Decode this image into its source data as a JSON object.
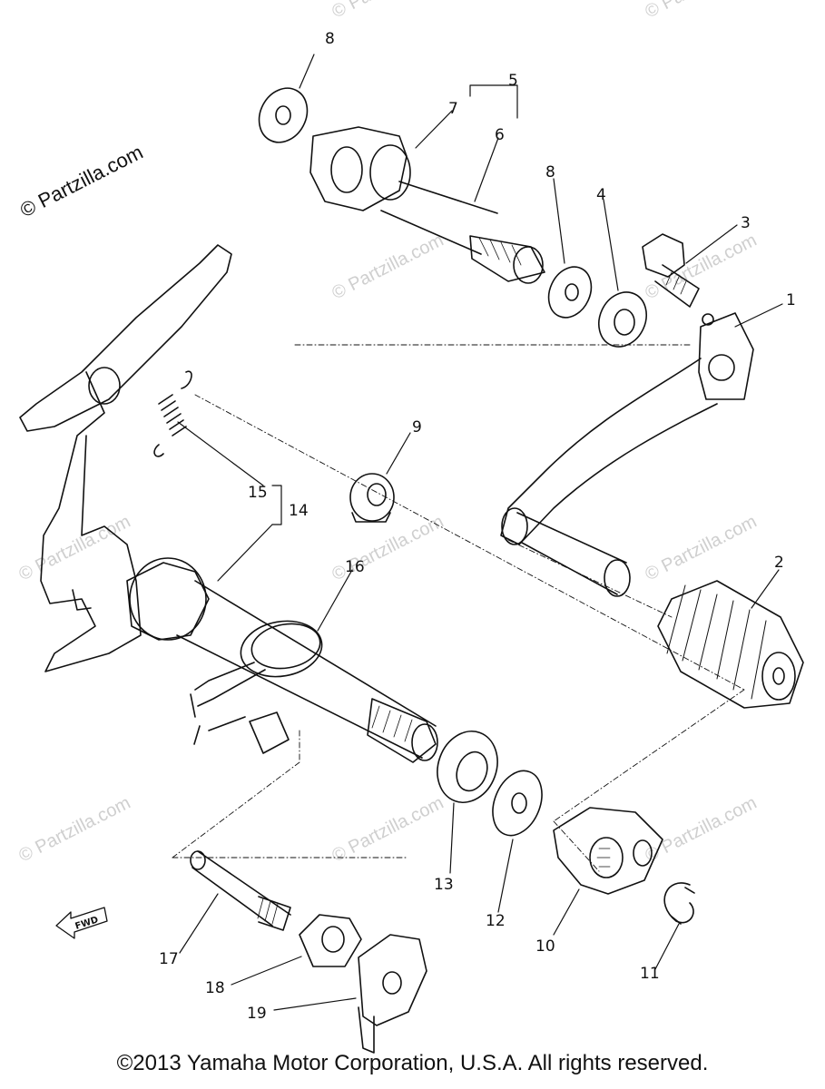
{
  "watermark": {
    "side_text": "© Partzilla.com",
    "repeat_text": "© Partzilla.com"
  },
  "callouts": [
    "1",
    "2",
    "3",
    "4",
    "5",
    "6",
    "7",
    "8",
    "8",
    "9",
    "10",
    "11",
    "12",
    "13",
    "14",
    "15",
    "16",
    "17",
    "18",
    "19"
  ],
  "fwd_label": "FWD",
  "footer": {
    "copyright": "©2013  Yamaha Motor Corporation, U.S.A. All rights reserved."
  }
}
